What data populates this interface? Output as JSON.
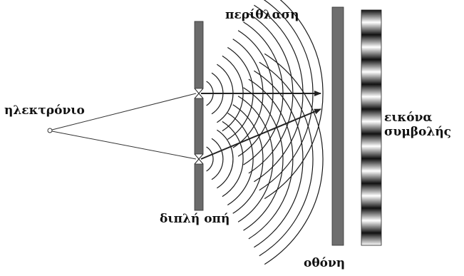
{
  "labels": {
    "electron": "ηλεκτρόνιο",
    "diffraction": "περίθλαση",
    "double_slit": "διπλή οπή",
    "screen": "οθόνη",
    "pattern_line1": "εικόνα",
    "pattern_line2": "συμβολής"
  },
  "colors": {
    "barrier": "#6b6b6b",
    "screen": "#6e6e6e",
    "lines": "#222222",
    "waves": "#1a1a1a",
    "fringe_dark": "#111111",
    "fringe_light": "#ffffff"
  },
  "pattern": {
    "bright_fringe_count": 9
  }
}
